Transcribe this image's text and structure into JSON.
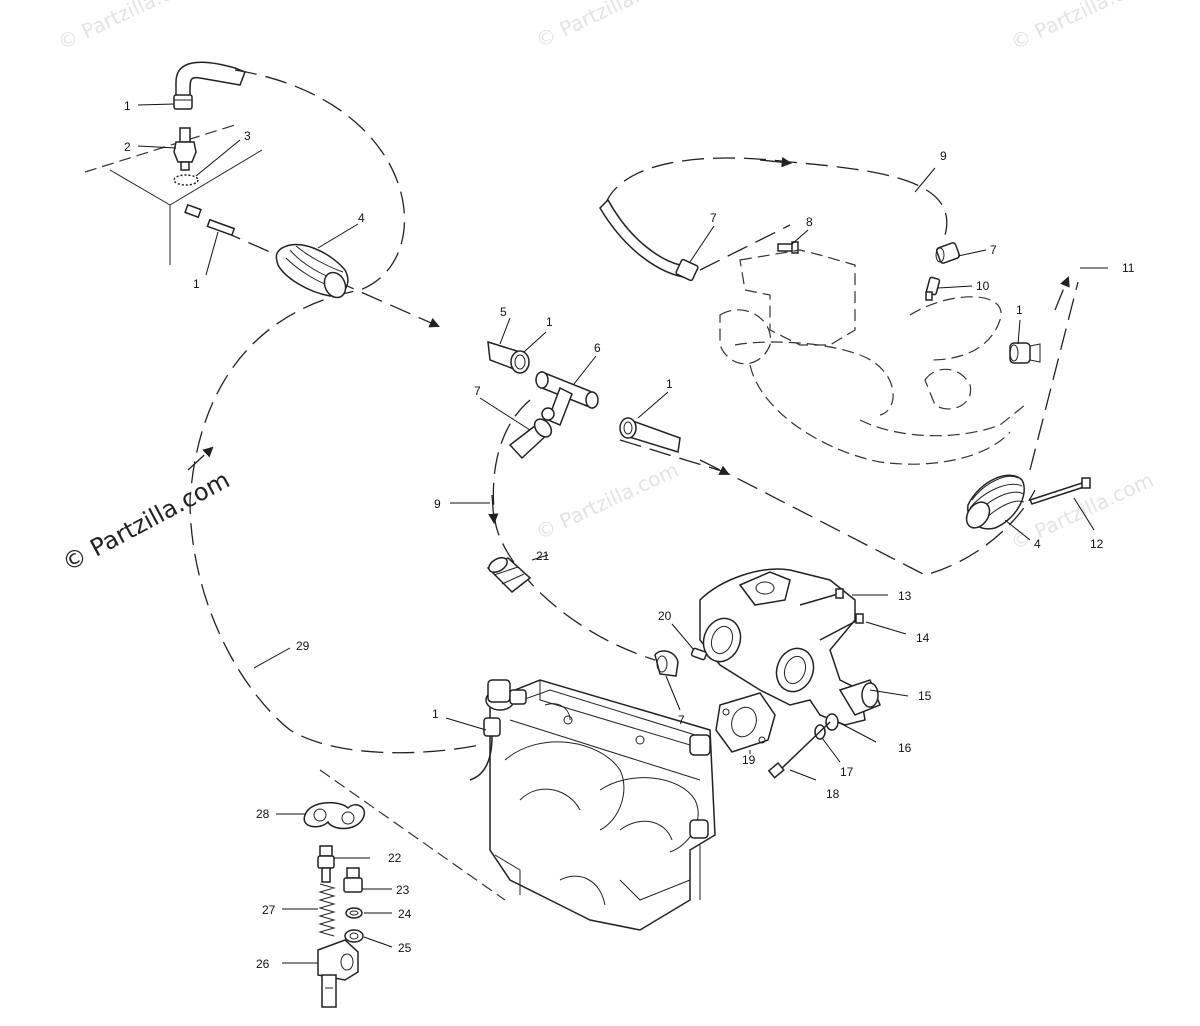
{
  "watermark": {
    "copyright": "© Partzilla.com",
    "tile_text": "© Partzilla.com"
  },
  "callouts": [
    "1",
    "2",
    "3",
    "1",
    "4",
    "5",
    "1",
    "6",
    "7",
    "1",
    "9",
    "21",
    "29",
    "9",
    "7",
    "8",
    "7",
    "10",
    "1",
    "11",
    "4",
    "12",
    "13",
    "14",
    "20",
    "15",
    "7",
    "16",
    "19",
    "17",
    "18",
    "1",
    "28",
    "22",
    "23",
    "27",
    "24",
    "25",
    "26"
  ],
  "colors": {
    "ink": "#222222",
    "watermark": "#e4e4e4",
    "background": "#ffffff"
  }
}
